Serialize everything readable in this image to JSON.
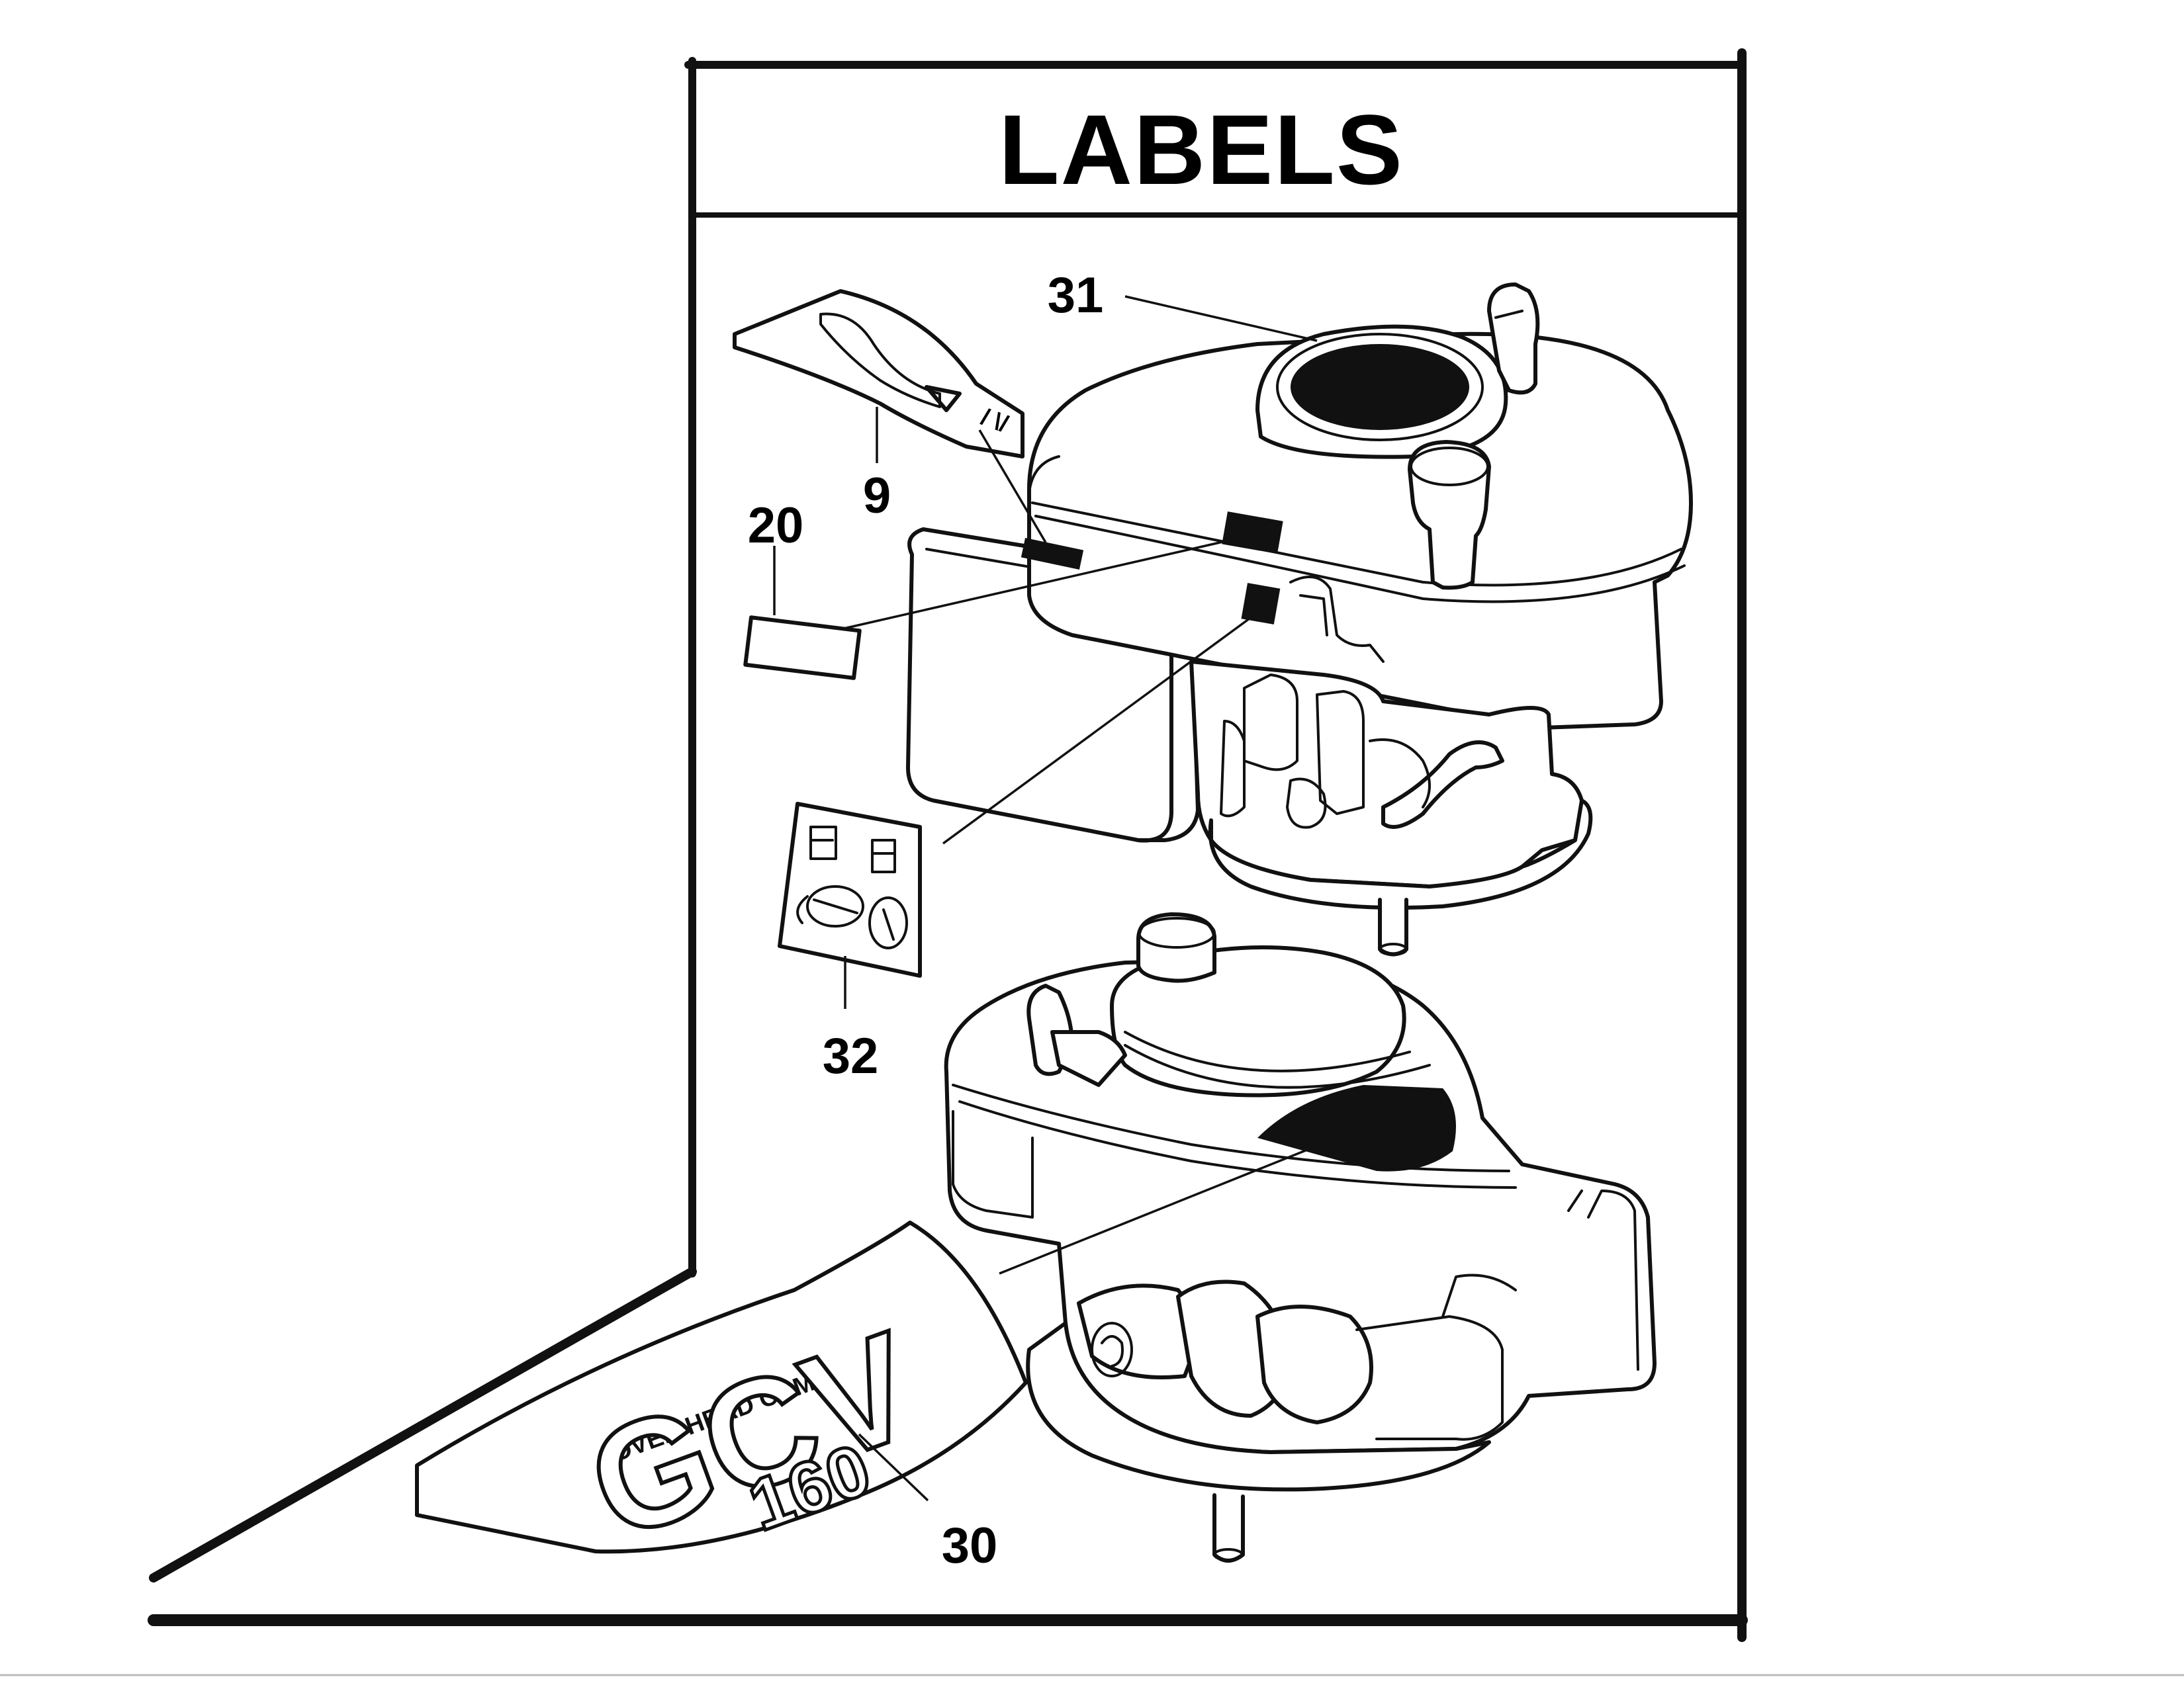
{
  "diagram": {
    "title": "LABELS",
    "callouts": [
      {
        "id": "31",
        "label": "31"
      },
      {
        "id": "9",
        "label": "9"
      },
      {
        "id": "20",
        "label": "20"
      },
      {
        "id": "32",
        "label": "32"
      },
      {
        "id": "30",
        "label": "30"
      }
    ],
    "decal_30": {
      "top_text": "OVER HEAD CAM",
      "model": "GCV",
      "displacement": "160"
    },
    "colors": {
      "ink": "#111111",
      "background": "#ffffff"
    }
  }
}
